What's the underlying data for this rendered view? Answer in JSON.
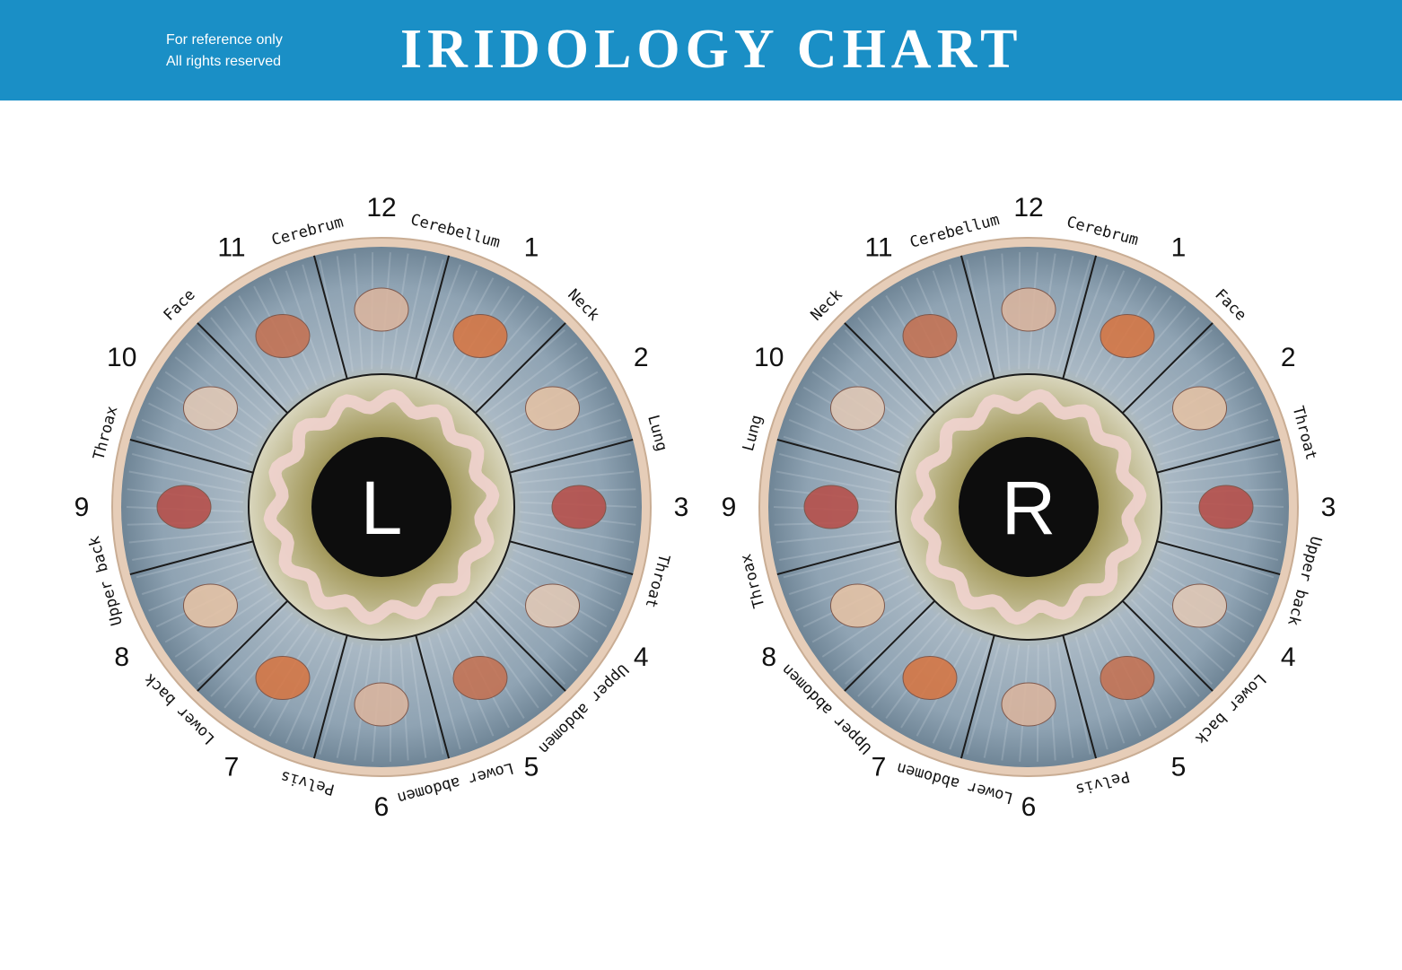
{
  "header": {
    "note_line1": "For reference only",
    "note_line2": "All rights reserved",
    "title": "IRIDOLOGY  CHART"
  },
  "colors": {
    "banner": "#1a8fc6",
    "iris": "#9fb0bf",
    "rim": "#e6cdb8",
    "pupil": "#0d0d0d"
  },
  "charts": [
    {
      "eye": "L",
      "numbers": [
        "1",
        "2",
        "3",
        "4",
        "5",
        "6",
        "7",
        "8",
        "9",
        "10",
        "11",
        "12"
      ],
      "labels": [
        {
          "text": "Cerebellum"
        },
        {
          "text": "Neck"
        },
        {
          "text": "Lung"
        },
        {
          "text": "Throat"
        },
        {
          "text": "Upper abdomen"
        },
        {
          "text": "Lower abdomen"
        },
        {
          "text": "Pelvis"
        },
        {
          "text": "Lower back"
        },
        {
          "text": "Upper back"
        },
        {
          "text": "Throax"
        },
        {
          "text": "Face"
        },
        {
          "text": "Cerebrum"
        }
      ]
    },
    {
      "eye": "R",
      "numbers": [
        "1",
        "2",
        "3",
        "4",
        "5",
        "6",
        "7",
        "8",
        "9",
        "10",
        "11",
        "12"
      ],
      "labels": [
        {
          "text": "Cerebrum"
        },
        {
          "text": "Face"
        },
        {
          "text": "Throat"
        },
        {
          "text": "Upper back"
        },
        {
          "text": "Lower back"
        },
        {
          "text": "Pelvis"
        },
        {
          "text": "Lower abdomen"
        },
        {
          "text": "Upper abdomen"
        },
        {
          "text": "Throax"
        },
        {
          "text": "Lung"
        },
        {
          "text": "Neck"
        },
        {
          "text": "Cerebellum"
        }
      ]
    }
  ]
}
